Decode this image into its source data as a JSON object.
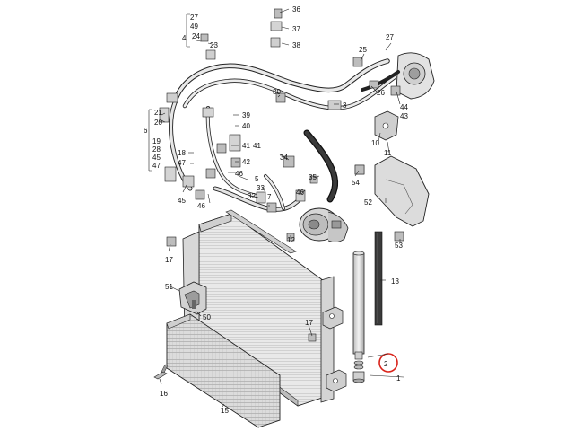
{
  "diagram": {
    "colors": {
      "background": "#ffffff",
      "line": "#222222",
      "metal_light": "#e6e6e6",
      "metal_mid": "#c8c8c8",
      "metal_dark": "#8a8a8a",
      "highlight_ring": "#d9231a"
    },
    "highlighted_part": "2",
    "labels": [
      {
        "id": "l36",
        "text": "36"
      },
      {
        "id": "l37",
        "text": "37"
      },
      {
        "id": "l38",
        "text": "38"
      },
      {
        "id": "l27a",
        "text": "27"
      },
      {
        "id": "l49a",
        "text": "49"
      },
      {
        "id": "l4",
        "text": "4"
      },
      {
        "id": "l24",
        "text": "24"
      },
      {
        "id": "l23",
        "text": "23"
      },
      {
        "id": "l25",
        "text": "25"
      },
      {
        "id": "l27b",
        "text": "27"
      },
      {
        "id": "l26",
        "text": "26"
      },
      {
        "id": "l44",
        "text": "44"
      },
      {
        "id": "l30",
        "text": "30"
      },
      {
        "id": "l3",
        "text": "3"
      },
      {
        "id": "l21",
        "text": "21"
      },
      {
        "id": "l20",
        "text": "20"
      },
      {
        "id": "l39",
        "text": "39"
      },
      {
        "id": "l40",
        "text": "40"
      },
      {
        "id": "l43",
        "text": "43"
      },
      {
        "id": "l41a",
        "text": "41"
      },
      {
        "id": "l6",
        "text": "6"
      },
      {
        "id": "l19",
        "text": "19"
      },
      {
        "id": "l28",
        "text": "28"
      },
      {
        "id": "l45a",
        "text": "45"
      },
      {
        "id": "l47a",
        "text": "47"
      },
      {
        "id": "l41b",
        "text": "41"
      },
      {
        "id": "l18",
        "text": "18"
      },
      {
        "id": "l47b",
        "text": "47"
      },
      {
        "id": "l42",
        "text": "42"
      },
      {
        "id": "l34",
        "text": "34"
      },
      {
        "id": "l10",
        "text": "10"
      },
      {
        "id": "l11",
        "text": "11"
      },
      {
        "id": "l46a",
        "text": "46"
      },
      {
        "id": "l5",
        "text": "5"
      },
      {
        "id": "l35",
        "text": "35"
      },
      {
        "id": "l54",
        "text": "54"
      },
      {
        "id": "l33",
        "text": "33"
      },
      {
        "id": "l45b",
        "text": "45"
      },
      {
        "id": "l32",
        "text": "32"
      },
      {
        "id": "l7",
        "text": "7"
      },
      {
        "id": "l46b",
        "text": "46"
      },
      {
        "id": "l46c",
        "text": "46"
      },
      {
        "id": "l52",
        "text": "52"
      },
      {
        "id": "l12",
        "text": "12"
      },
      {
        "id": "l53",
        "text": "53"
      },
      {
        "id": "l17a",
        "text": "17"
      },
      {
        "id": "l13",
        "text": "13"
      },
      {
        "id": "l51",
        "text": "51"
      },
      {
        "id": "l50",
        "text": "50"
      },
      {
        "id": "l17b",
        "text": "17"
      },
      {
        "id": "l2",
        "text": "2"
      },
      {
        "id": "l1",
        "text": "1"
      },
      {
        "id": "l16",
        "text": "16"
      },
      {
        "id": "l15",
        "text": "15"
      }
    ]
  }
}
